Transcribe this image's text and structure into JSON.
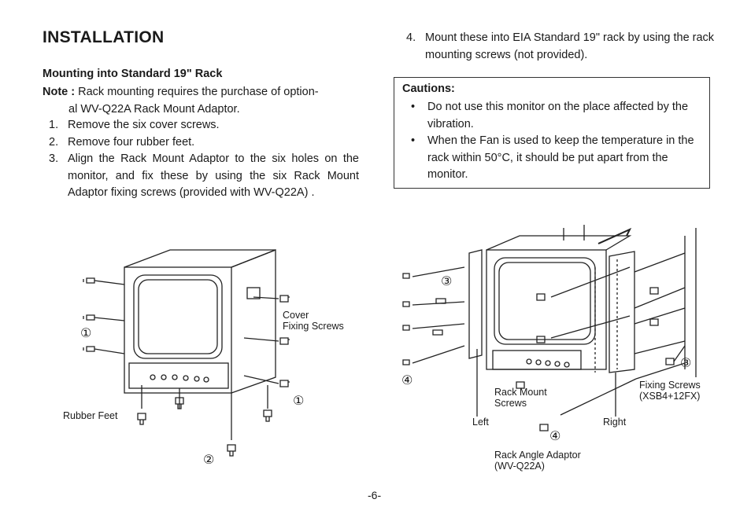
{
  "heading": "INSTALLATION",
  "subheading": "Mounting into Standard 19\" Rack",
  "note": {
    "label": "Note :",
    "text_1": "Rack mounting requires the purchase of option-",
    "text_2": "al WV-Q22A Rack Mount Adaptor."
  },
  "left_steps": [
    {
      "num": "1.",
      "text": "Remove the six cover screws."
    },
    {
      "num": "2.",
      "text": "Remove four rubber feet."
    },
    {
      "num": "3.",
      "text": "Align the Rack Mount Adaptor to the six holes on the monitor, and fix these by using the six Rack Mount Adaptor fixing screws (provided with WV-Q22A) ."
    }
  ],
  "right_steps": [
    {
      "num": "4.",
      "text": "Mount these into EIA Standard 19\" rack by using the rack mounting screws (not provided)."
    }
  ],
  "cautions": {
    "title": "Cautions:",
    "items": [
      "Do not use this monitor on the place affected by the vibration.",
      "When the Fan is used to keep the temperature in the rack within 50°C, it should be put apart from the monitor."
    ]
  },
  "fig_left": {
    "cover_screws_label_1": "Cover",
    "cover_screws_label_2": "Fixing Screws",
    "rubber_feet_label": "Rubber Feet",
    "callout_1a": "①",
    "callout_1b": "①",
    "callout_2": "②"
  },
  "fig_right": {
    "rack_mount_screws_1": "Rack Mount",
    "rack_mount_screws_2": "Screws",
    "fixing_screws_1": "Fixing Screws",
    "fixing_screws_2": "(XSB4+12FX)",
    "left_label": "Left",
    "right_label": "Right",
    "rack_angle_1": "Rack Angle Adaptor",
    "rack_angle_2": "(WV-Q22A)",
    "callout_3a": "③",
    "callout_3b": "③",
    "callout_4a": "④",
    "callout_4b": "④"
  },
  "page_number": "-6-"
}
